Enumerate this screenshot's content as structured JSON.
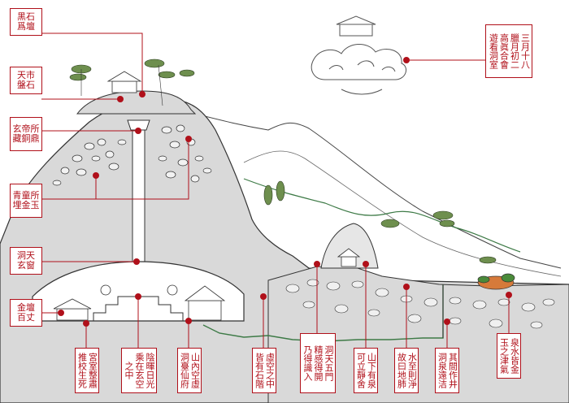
{
  "colors": {
    "accent": "#b0101a",
    "mountain_fill": "#d9d9d9",
    "ink": "#333333",
    "water": "#3d7a46",
    "cloud": "#555555"
  },
  "labels": {
    "top_left": [
      {
        "id": "heishi",
        "lines": [
          "黑石",
          "爲壇"
        ]
      },
      {
        "id": "tianshi",
        "lines": [
          "天市",
          "盤石"
        ]
      }
    ],
    "left": [
      {
        "id": "xuandi",
        "lines": [
          "玄帝所",
          "藏銅鼎"
        ]
      },
      {
        "id": "qingtong",
        "lines": [
          "青童所",
          "埋金玉"
        ]
      },
      {
        "id": "dongtian",
        "lines": [
          "洞天",
          "玄窗"
        ]
      },
      {
        "id": "jintan",
        "lines": [
          "金壇",
          "百丈"
        ]
      }
    ],
    "top_right": {
      "id": "sanyue",
      "columns": [
        "三月十八",
        "臘月初二",
        "高眞合會",
        "遊看洞室"
      ]
    },
    "bottom": [
      {
        "id": "gongshi",
        "columns": [
          "宮室整肅",
          "推校生死"
        ]
      },
      {
        "id": "yinyang",
        "columns": [
          "陰暉日光",
          "乘在玄空",
          "之中"
        ]
      },
      {
        "id": "shannei",
        "columns": [
          "山內空虛",
          "洞臺仙府"
        ]
      },
      {
        "id": "xukong",
        "columns": [
          "虛空之中",
          "皆有石階"
        ]
      },
      {
        "id": "dongtianwu",
        "columns": [
          "洞天五門",
          "精感得開",
          "乃得識入"
        ]
      },
      {
        "id": "shanxia",
        "columns": [
          "山下有泉",
          "可立靜舍"
        ]
      },
      {
        "id": "shuizhi",
        "columns": [
          "水至則淨",
          "故曰地肺"
        ]
      },
      {
        "id": "qijian",
        "columns": [
          "其間作井",
          "洞泉遠洁"
        ]
      },
      {
        "id": "quanshui",
        "columns": [
          "泉水皆金",
          "玉之津氣"
        ]
      }
    ]
  }
}
